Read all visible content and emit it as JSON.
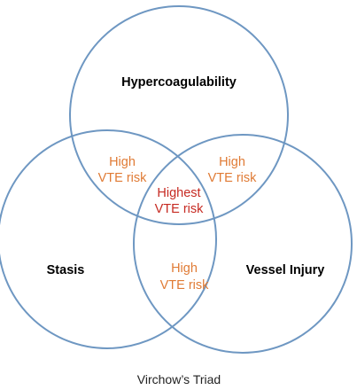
{
  "colors": {
    "circle_stroke": "#6e97c2",
    "high_risk": "#e07b35",
    "highest_risk": "#c62a22"
  },
  "sets": {
    "top": "Hypercoagulability",
    "left": "Stasis",
    "right": "Vessel Injury"
  },
  "overlaps": {
    "top_left": [
      "High",
      "VTE risk"
    ],
    "top_right": [
      "High",
      "VTE risk"
    ],
    "left_right": [
      "High",
      "VTE risk"
    ],
    "center": [
      "Highest",
      "VTE risk"
    ]
  },
  "caption": "Virchow’s Triad"
}
